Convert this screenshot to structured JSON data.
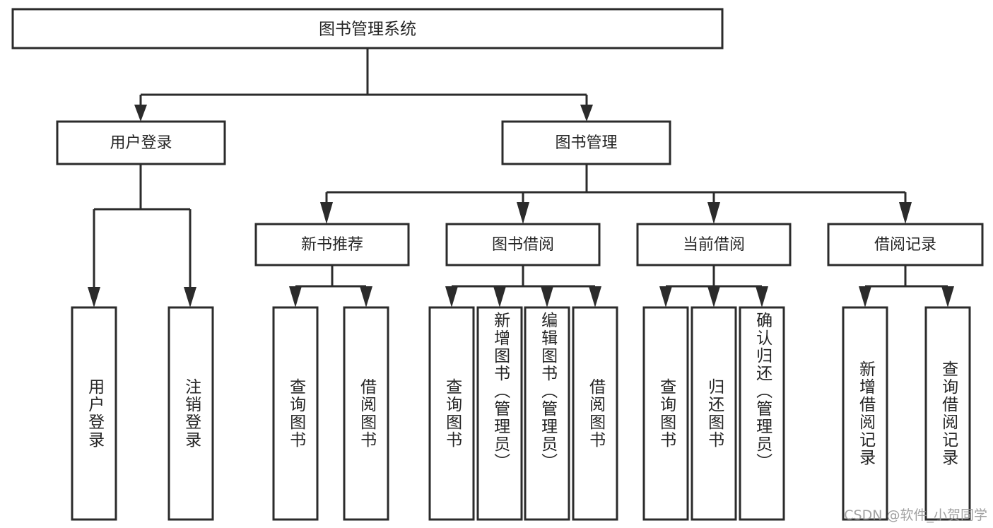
{
  "diagram": {
    "title": "图书管理系统",
    "type": "hierarchy-tree",
    "watermark": "CSDN @软件_小贺同学",
    "colors": {
      "stroke": "#2b2b2b",
      "fill": "#ffffff",
      "text": "#262626",
      "watermark": "#9a9a9a",
      "background": "#ffffff"
    },
    "root": {
      "label": "图书管理系统"
    },
    "level2": [
      {
        "label": "用户登录"
      },
      {
        "label": "图书管理"
      }
    ],
    "level3": [
      {
        "label": "新书推荐"
      },
      {
        "label": "图书借阅"
      },
      {
        "label": "当前借阅"
      },
      {
        "label": "借阅记录"
      }
    ],
    "leaves": {
      "user_login": [
        {
          "label": "用户登录"
        },
        {
          "label": "注销登录"
        }
      ],
      "new_book_recommend": [
        {
          "label": "查询图书"
        },
        {
          "label": "借阅图书"
        }
      ],
      "book_borrow": [
        {
          "label": "查询图书"
        },
        {
          "label": "新增图书（管理员）"
        },
        {
          "label": "编辑图书（管理员）"
        },
        {
          "label": "借阅图书"
        }
      ],
      "current_borrow": [
        {
          "label": "查询图书"
        },
        {
          "label": "归还图书"
        },
        {
          "label": "确认归还（管理员）"
        }
      ],
      "borrow_record": [
        {
          "label": "新增借阅记录"
        },
        {
          "label": "查询借阅记录"
        }
      ]
    }
  }
}
